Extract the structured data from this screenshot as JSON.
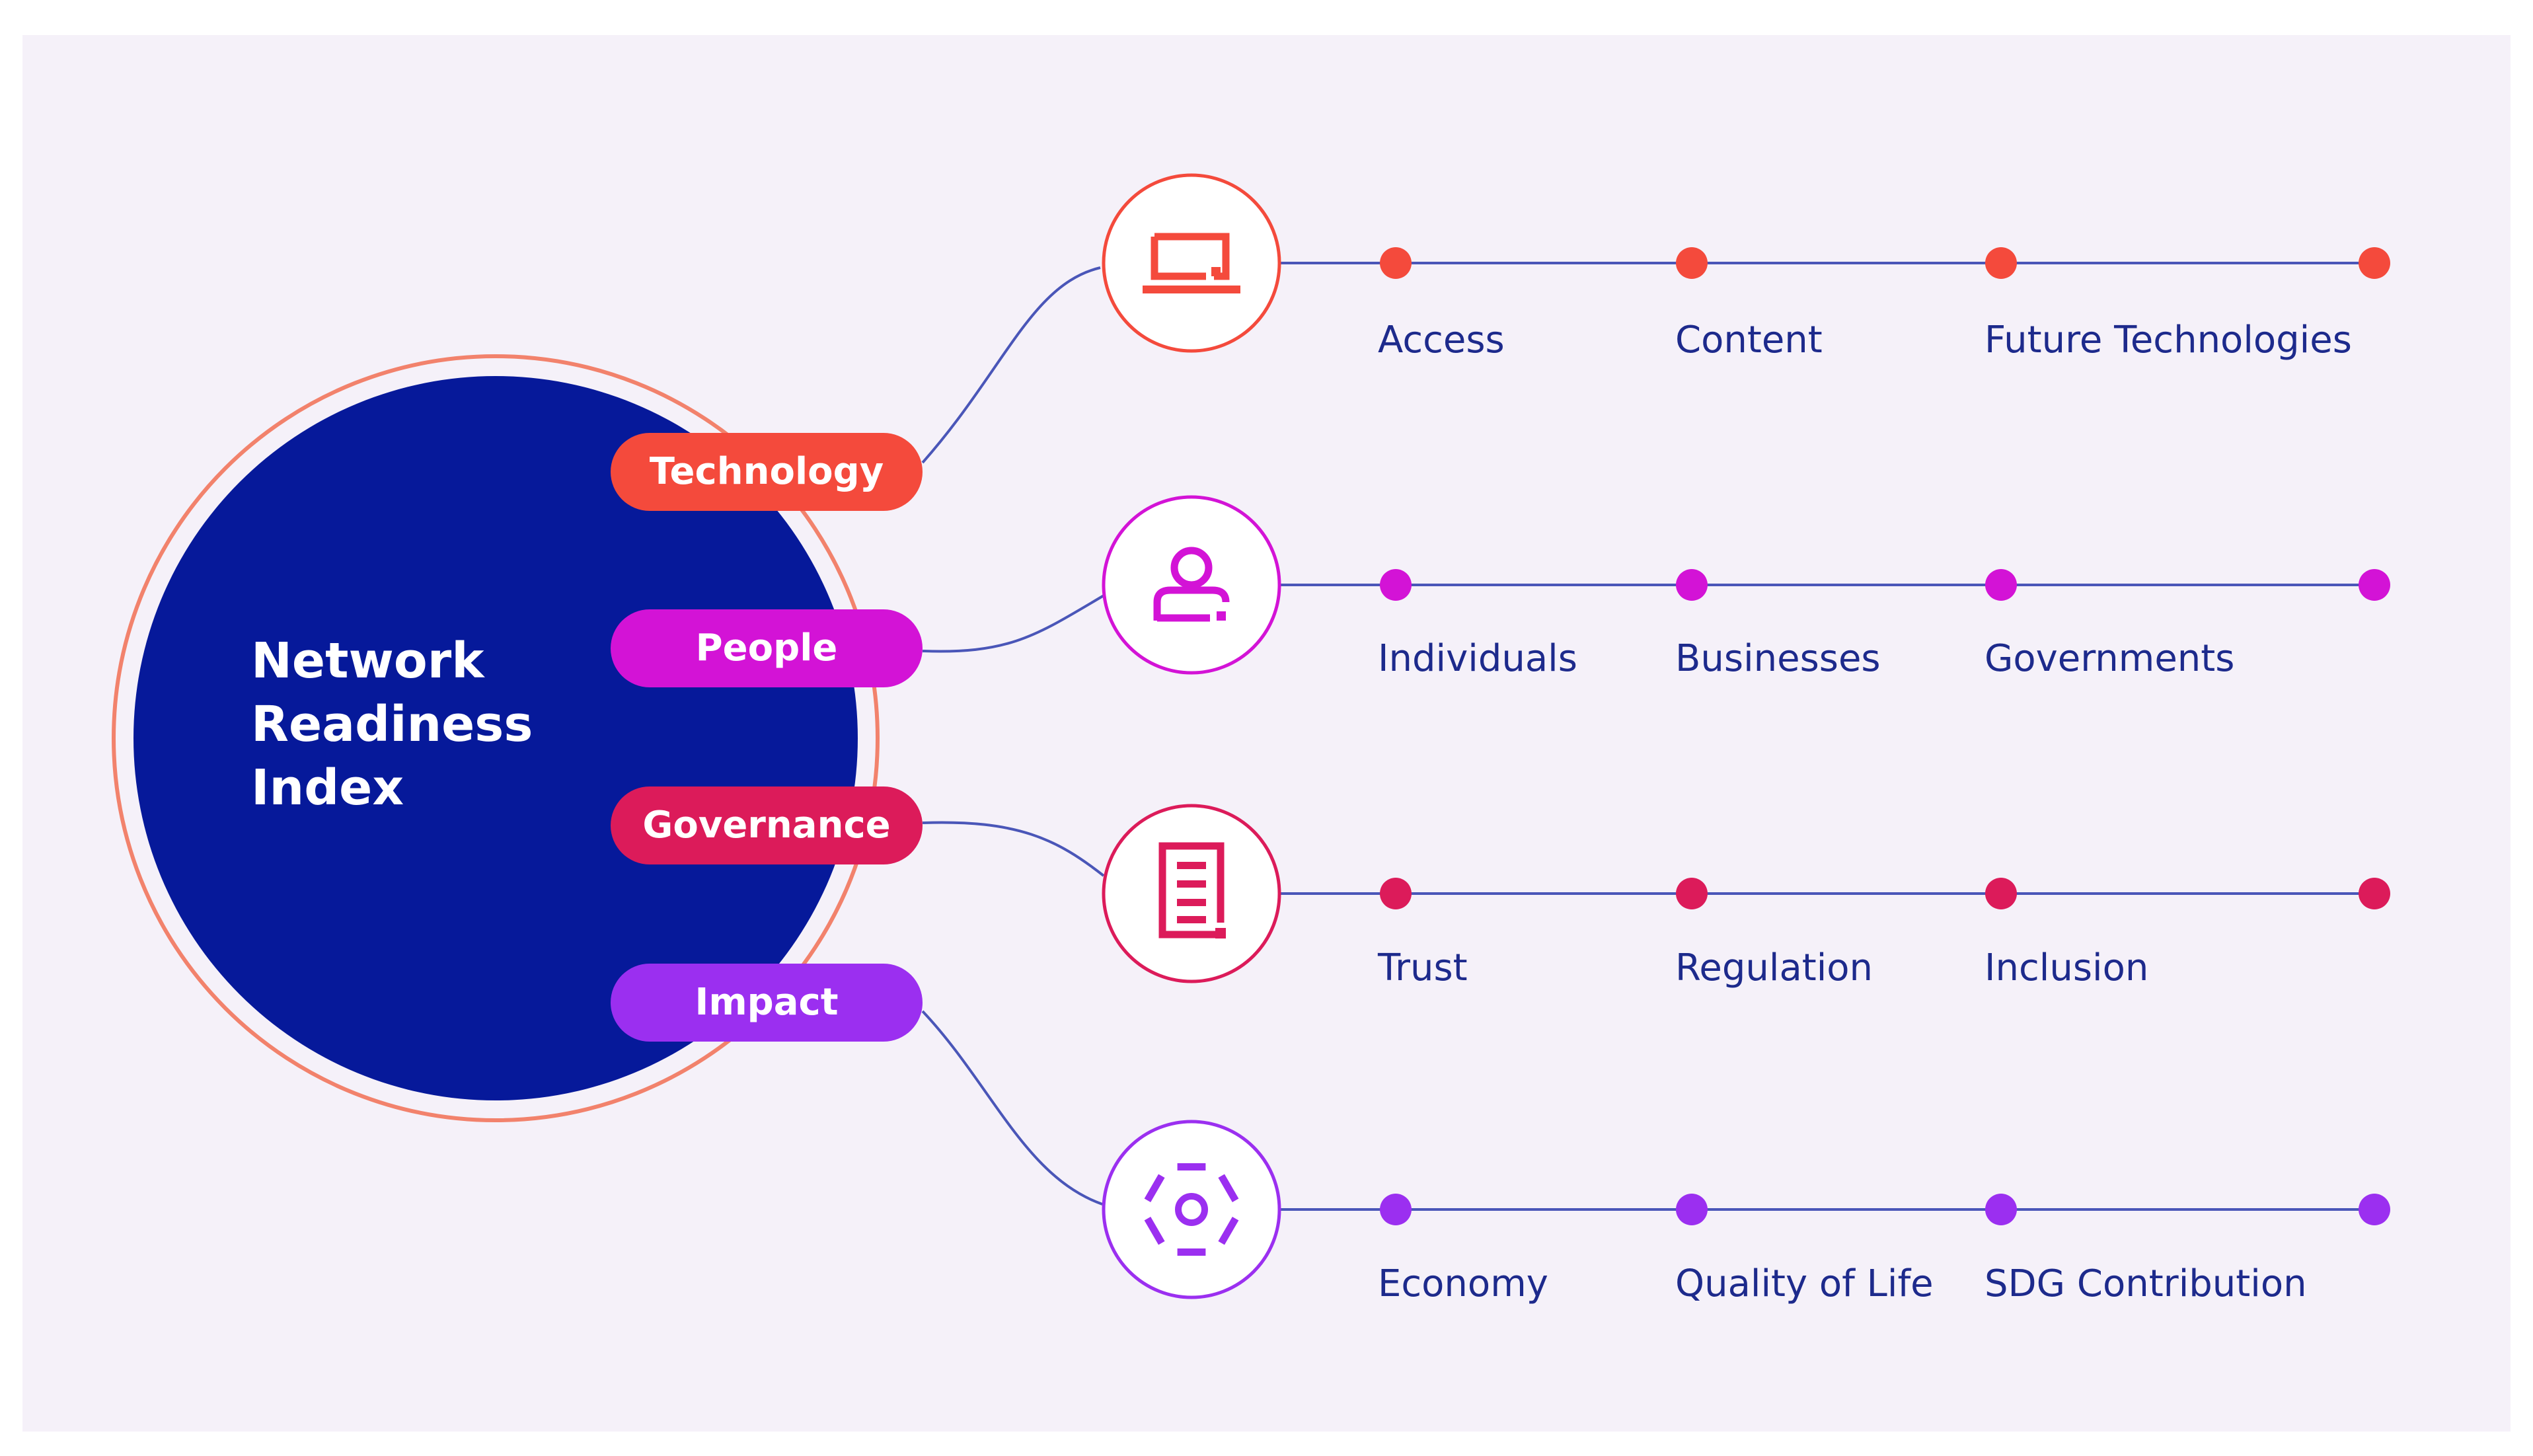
{
  "index_title": [
    "Network",
    "Readiness",
    "Index"
  ],
  "pillars": [
    {
      "name": "Technology",
      "color": "#f44a3c",
      "icon": "laptop-icon",
      "sub_pillars": [
        "Access",
        "Content",
        "Future Technologies"
      ]
    },
    {
      "name": "People",
      "color": "#d313d6",
      "icon": "person-icon",
      "sub_pillars": [
        "Individuals",
        "Businesses",
        "Governments"
      ]
    },
    {
      "name": "Governance",
      "color": "#dc1b5a",
      "icon": "document-icon",
      "sub_pillars": [
        "Trust",
        "Regulation",
        "Inclusion"
      ]
    },
    {
      "name": "Impact",
      "color": "#9b2ff0",
      "icon": "gear-icon",
      "sub_pillars": [
        "Economy",
        "Quality of Life",
        "SDG Contribution"
      ]
    }
  ],
  "colors": {
    "background": "#f5f1f9",
    "index_circle": "#06199a",
    "index_ring": "#f2826c",
    "connector_line": "#4a56b8",
    "label_text": "#1d2a8c"
  }
}
